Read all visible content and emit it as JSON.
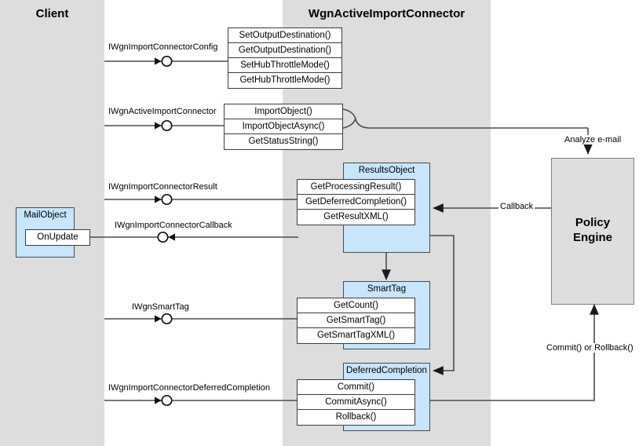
{
  "diagram": {
    "title": "WgnActiveImportConnector component interface diagram",
    "colors": {
      "lane_fill": "#dddddd",
      "object_fill": "#c7e5fb",
      "policy_engine_fill": "#dedede",
      "line": "#4b4b4b",
      "text": "#000000",
      "box_fill": "#ffffff"
    }
  },
  "lanes": [
    {
      "id": "client",
      "title": "Client"
    },
    {
      "id": "connector",
      "title": "WgnActiveImportConnector"
    }
  ],
  "interfaces": [
    {
      "id": "config",
      "label": "IWgnImportConnectorConfig",
      "direction": "provided",
      "methods": [
        "SetOutputDestination()",
        "GetOutputDestination()",
        "SetHubThrottleMode()",
        "GetHubThrottleMode()"
      ]
    },
    {
      "id": "active",
      "label": "IWgnActiveImportConnector",
      "direction": "provided",
      "methods": [
        "ImportObject()",
        "ImportObjectAsync()",
        "GetStatusString()"
      ]
    },
    {
      "id": "result",
      "label": "IWgnImportConnectorResult",
      "direction": "provided",
      "methods": [
        "GetProcessingResult()",
        "GetDeferredCompletion()",
        "GetResultXML()"
      ]
    },
    {
      "id": "callback",
      "label": "IWgnImportConnectorCallback",
      "direction": "required",
      "methods": []
    },
    {
      "id": "smarttag",
      "label": "IWgnSmartTag",
      "direction": "provided",
      "methods": [
        "GetCount()",
        "GetSmartTag()",
        "GetSmartTagXML()"
      ]
    },
    {
      "id": "deferred",
      "label": "IWgnImportConnectorDeferredCompletion",
      "direction": "provided",
      "methods": [
        "Commit()",
        "CommitAsync()",
        "Rollback()"
      ]
    }
  ],
  "objects": [
    {
      "id": "mailobject",
      "title": "MailObject",
      "methods": [
        "OnUpdate"
      ]
    },
    {
      "id": "resultsobject",
      "title": "ResultsObject",
      "methods": [
        "GetProcessingResult()",
        "GetDeferredCompletion()",
        "GetResultXML()"
      ]
    },
    {
      "id": "smarttag",
      "title": "SmartTag",
      "methods": [
        "GetCount()",
        "GetSmartTag()",
        "GetSmartTagXML()"
      ]
    },
    {
      "id": "deferredcompletion",
      "title": "DeferredCompletion",
      "methods": [
        "Commit()",
        "CommitAsync()",
        "Rollback()"
      ]
    }
  ],
  "policy_engine": {
    "line1": "Policy",
    "line2": "Engine"
  },
  "edge_labels": {
    "analyze": "Analyze e-mail",
    "callback": "Callback",
    "commit_rollback": "Commit() or Rollback()"
  }
}
